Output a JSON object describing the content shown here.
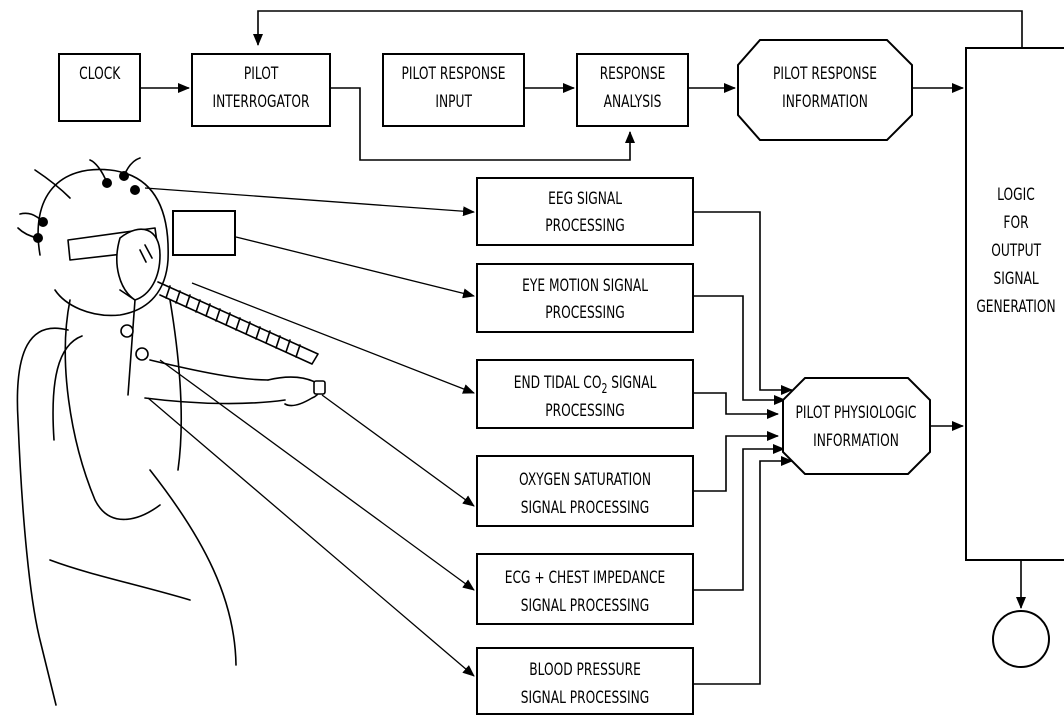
{
  "blocks": {
    "clock": [
      "CLOCK"
    ],
    "pilot_interrogator": [
      "PILOT",
      "INTERROGATOR"
    ],
    "pilot_response_input": [
      "PILOT RESPONSE",
      "INPUT"
    ],
    "response_analysis": [
      "RESPONSE",
      "ANALYSIS"
    ],
    "pilot_response_information": [
      "PILOT RESPONSE",
      "INFORMATION"
    ],
    "eeg": [
      "EEG SIGNAL",
      "PROCESSING"
    ],
    "eye_motion": [
      "EYE MOTION SIGNAL",
      "PROCESSING"
    ],
    "end_tidal": [
      "END TIDAL CO",
      "2",
      " SIGNAL",
      "PROCESSING"
    ],
    "oxygen": [
      "OXYGEN SATURATION",
      "SIGNAL PROCESSING"
    ],
    "ecg": [
      "ECG + CHEST IMPEDANCE",
      "SIGNAL PROCESSING"
    ],
    "blood_pressure": [
      "BLOOD PRESSURE",
      "SIGNAL PROCESSING"
    ],
    "pilot_physiologic_information": [
      "PILOT PHYSIOLOGIC",
      "INFORMATION"
    ],
    "logic": [
      "LOGIC",
      "FOR",
      "OUTPUT",
      "SIGNAL",
      "GENERATION"
    ]
  }
}
